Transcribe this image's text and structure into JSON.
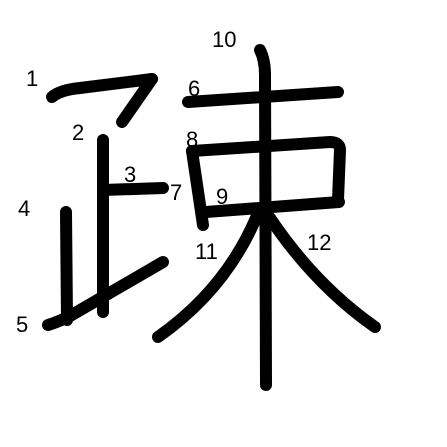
{
  "diagram": {
    "character": "踈",
    "stroke_color": "#000000",
    "background_color": "#ffffff",
    "stroke_count": 12,
    "stroke_numbers": [
      "1",
      "2",
      "3",
      "4",
      "5",
      "6",
      "7",
      "8",
      "9",
      "10",
      "11",
      "12"
    ]
  }
}
